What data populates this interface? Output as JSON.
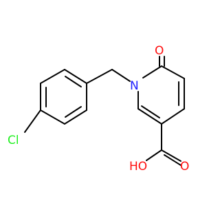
{
  "molecule": {
    "atoms": {
      "oxygen_carbonyl": "O",
      "nitrogen": "N",
      "chlorine": "Cl",
      "hydroxyl": "HO",
      "oxygen_acid": "O"
    },
    "colors": {
      "bond": "#000000",
      "oxygen": "#ff0d0d",
      "nitrogen": "#1f1fff",
      "chlorine": "#1ff01f"
    }
  }
}
